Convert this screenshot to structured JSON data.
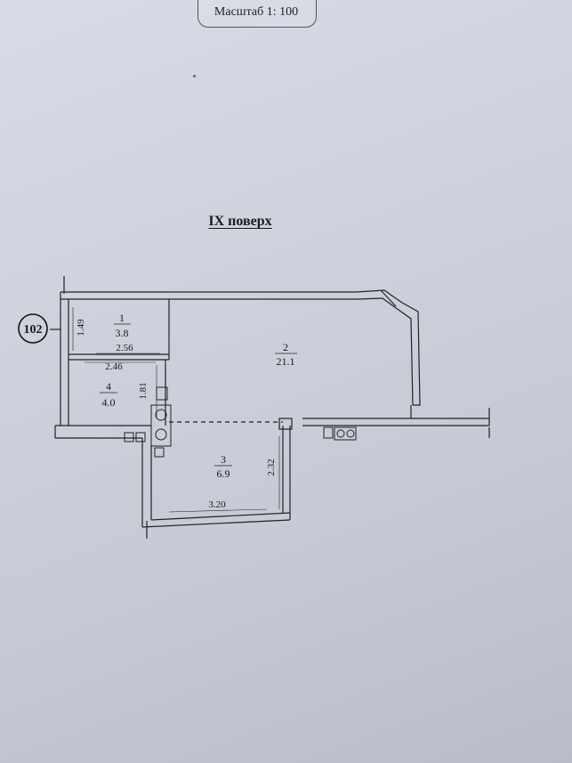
{
  "header": {
    "scale": "Масштаб 1: 100"
  },
  "floor_title": "IX  поверх",
  "apartment_number": "102",
  "rooms": [
    {
      "id": "1",
      "area": "3.8"
    },
    {
      "id": "2",
      "area": "21.1"
    },
    {
      "id": "3",
      "area": "6.9"
    },
    {
      "id": "4",
      "area": "4.0"
    }
  ],
  "dimensions": {
    "d_1_49": "1.49",
    "d_2_56": "2.56",
    "d_2_46": "2.46",
    "d_1_81": "1.81",
    "d_2_32": "2.32",
    "d_3_20": "3.20"
  }
}
